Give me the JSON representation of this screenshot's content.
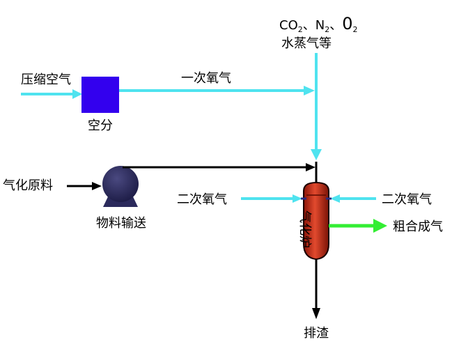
{
  "labels": {
    "compressed_air": "压缩空气",
    "primary_oxygen": "一次氧气",
    "air_separation": "空分",
    "off_gas_line1_a": "CO",
    "off_gas_line1_a_sub": "2",
    "off_gas_line1_b": "、N",
    "off_gas_line1_b_sub": "2",
    "off_gas_line1_c": "、",
    "off_gas_line1_d": "0",
    "off_gas_line1_d_sub": "2",
    "off_gas_line2": "水蒸气等",
    "feedstock": "气化原料",
    "material_transport": "物料输送",
    "secondary_oxygen_left": "二次氧气",
    "secondary_oxygen_right": "二次氧气",
    "gasifier": "气化炉",
    "crude_syngas": "粗合成气",
    "slag_discharge": "排渣"
  },
  "colors": {
    "oxygen_line": "#4fe3ef",
    "air_separation_unit": "#3300ee",
    "syngas_line": "#33ee33",
    "material_line": "#000000",
    "gasifier_body": "#c42a14",
    "pump": "#2b2a5c"
  }
}
